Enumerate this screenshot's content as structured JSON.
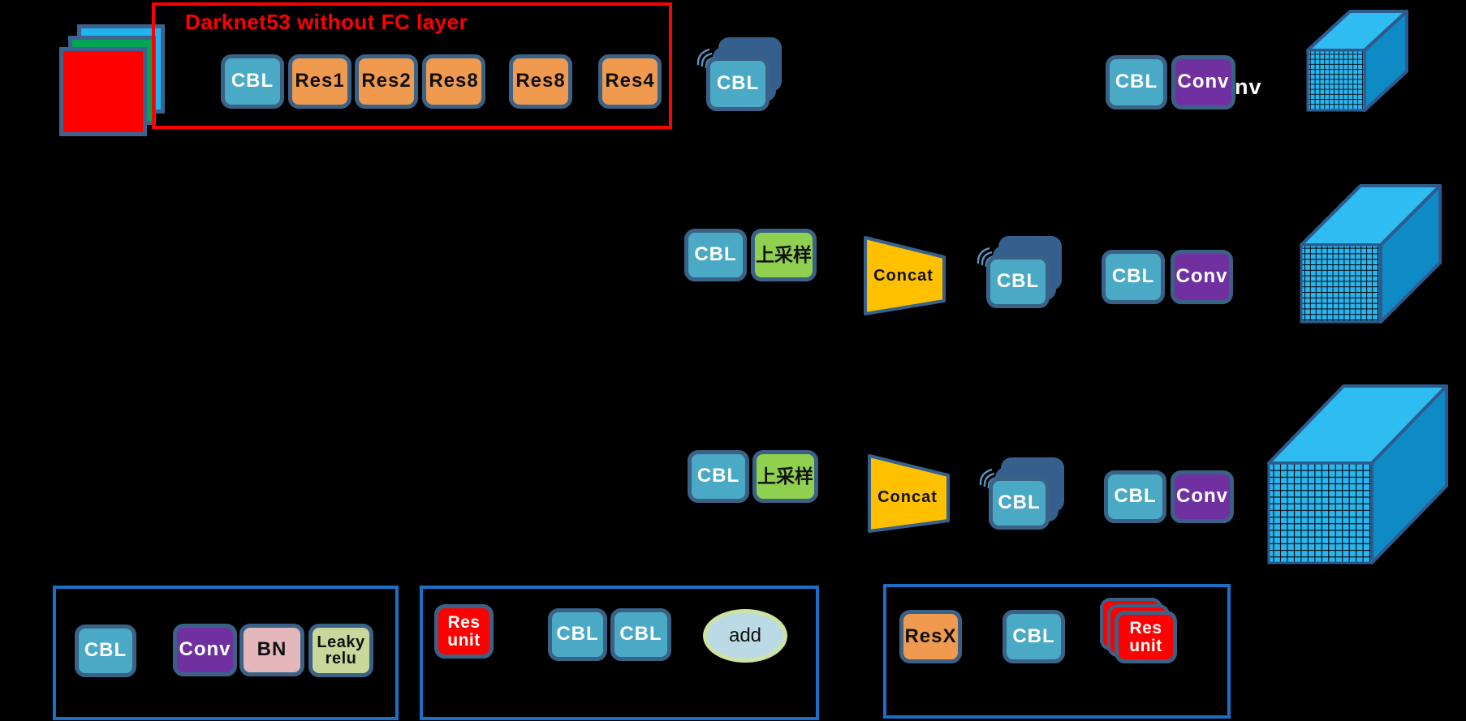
{
  "darknet": {
    "title": "Darknet53 without FC layer",
    "blocks": [
      {
        "label": "CBL",
        "type": "cbl"
      },
      {
        "label": "Res1",
        "type": "res"
      },
      {
        "label": "Res2",
        "type": "res"
      },
      {
        "label": "Res8",
        "type": "res"
      },
      {
        "label": "Res8",
        "type": "res"
      },
      {
        "label": "Res4",
        "type": "res"
      }
    ]
  },
  "backbone_stack": {
    "label": "CBL"
  },
  "head_top": {
    "cbl": "CBL",
    "conv": "Conv",
    "overflow": "nv"
  },
  "row_mid": {
    "cbl": "CBL",
    "upsample": "上采样",
    "concat": "Concat",
    "stack": "CBL",
    "cbl2": "CBL",
    "conv": "Conv"
  },
  "row_bottom": {
    "cbl": "CBL",
    "upsample": "上采样",
    "concat": "Concat",
    "stack": "CBL",
    "cbl2": "CBL",
    "conv": "Conv"
  },
  "legend_cbl": {
    "cbl": "CBL",
    "conv": "Conv",
    "bn": "BN",
    "leaky": "Leaky relu"
  },
  "legend_res_unit": {
    "res_unit": "Res unit",
    "cbl1": "CBL",
    "cbl2": "CBL",
    "add": "add"
  },
  "legend_resx": {
    "resx": "ResX",
    "cbl": "CBL",
    "res_unit": "Res unit"
  },
  "colors": {
    "background": "#000000",
    "cbl_teal": "#4AA9C5",
    "res_orange": "#F09A50",
    "conv_purple": "#7030A0",
    "bn_pink": "#E4B7BB",
    "leaky_olive": "#C7D89A",
    "upsample_green": "#90D04F",
    "concat_yellow": "#FFC000",
    "res_red": "#FF0000",
    "block_border": "#3A6186",
    "stack_shadow": "#35608D",
    "legend_border": "#1B6FC8",
    "frame_red": "#FF0000",
    "cuboid_top": "#2FBCF1",
    "cuboid_side": "#0E8AC4",
    "cuboid_front": "#29B6F0",
    "input_red": "#FF0000",
    "input_green": "#00A651",
    "input_blue": "#1FB4EE"
  }
}
